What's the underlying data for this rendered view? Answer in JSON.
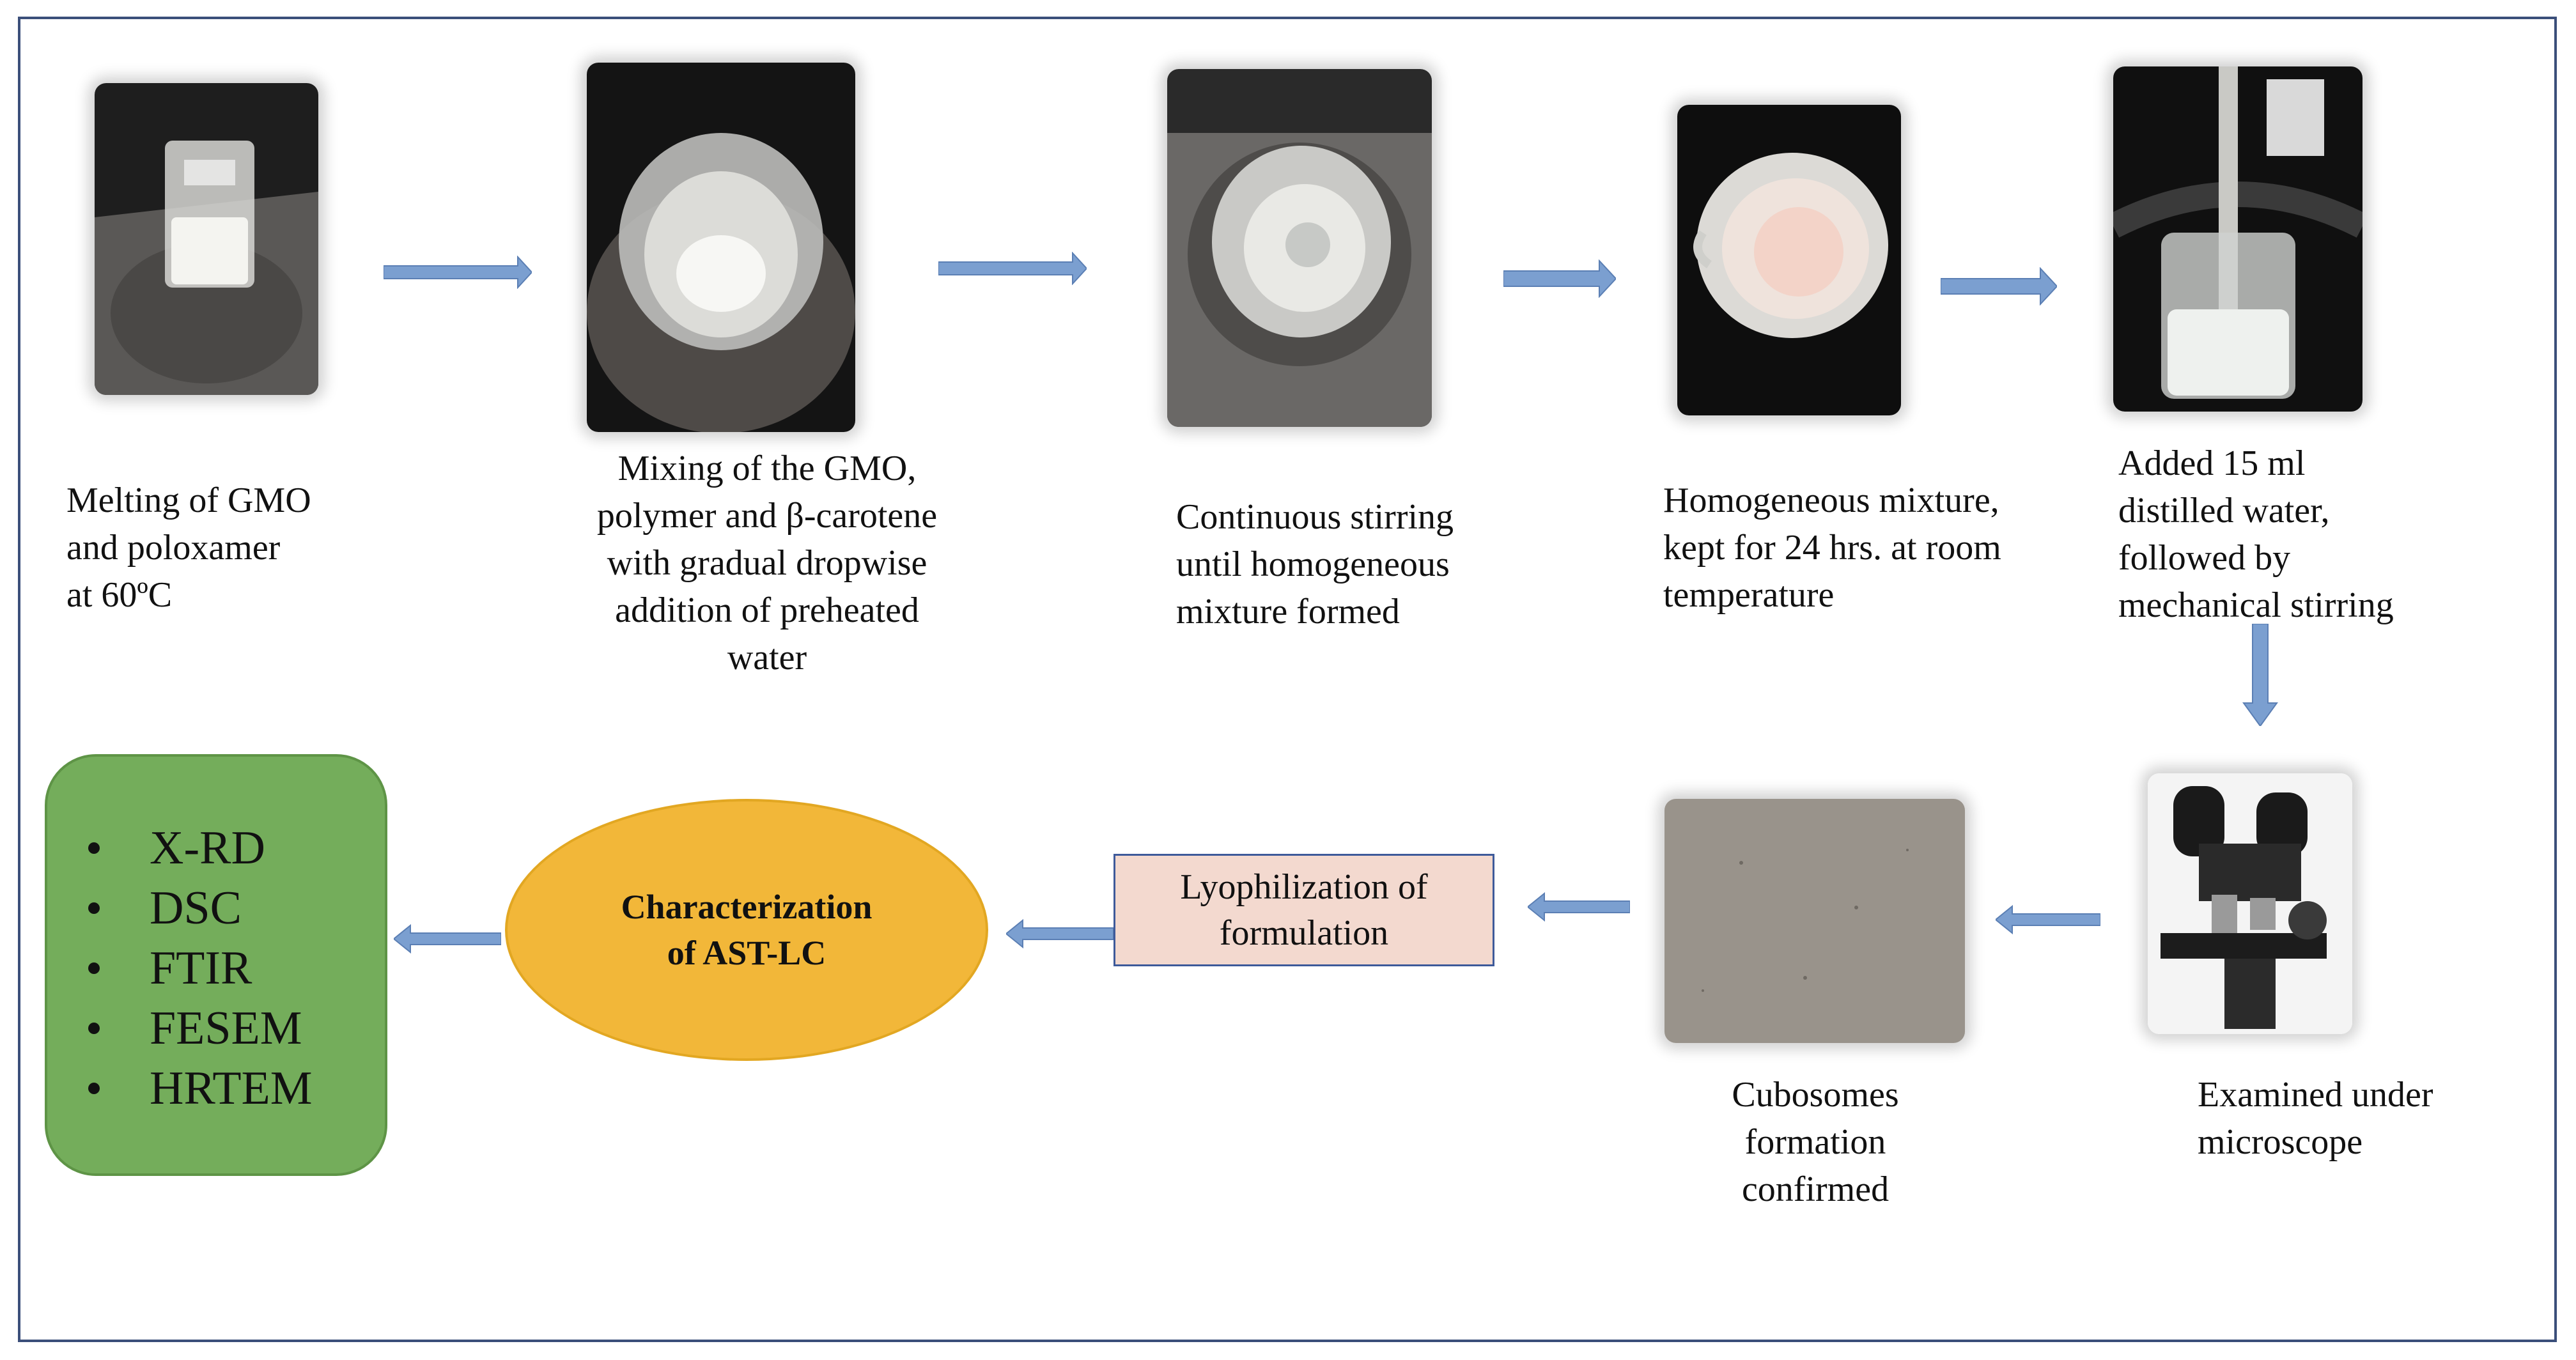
{
  "steps": {
    "melting": "Melting  of GMO\nand poloxamer\nat 60ºC",
    "mixing": "Mixing  of the GMO,\npolymer and β-carotene\nwith gradual dropwise\naddition of preheated\nwater",
    "stirring": "Continuous stirring\nuntil  homogeneous\nmixture  formed",
    "homogeneous": "Homogeneous mixture,\nkept for 24 hrs. at room\ntemperature",
    "water": "Added 15 ml\ndistilled water,\nfollowed by\nmechanical  stirring",
    "microscope": "Examined under\nmicroscope",
    "cubosomes": "Cubosomes\nformation\nconfirmed"
  },
  "lyophilization": "Lyophilization  of\nformulation",
  "characterization": "Characterization\nof AST-LC",
  "techniques": [
    "X-RD",
    "DSC",
    "FTIR",
    "FESEM",
    "HRTEM"
  ],
  "colors": {
    "arrow": "#7b9fd0",
    "ellipse": "#f2b739",
    "green_box": "#74ad5b",
    "lyo_box": "#f3d9cf",
    "frame": "#3b4f7a"
  }
}
